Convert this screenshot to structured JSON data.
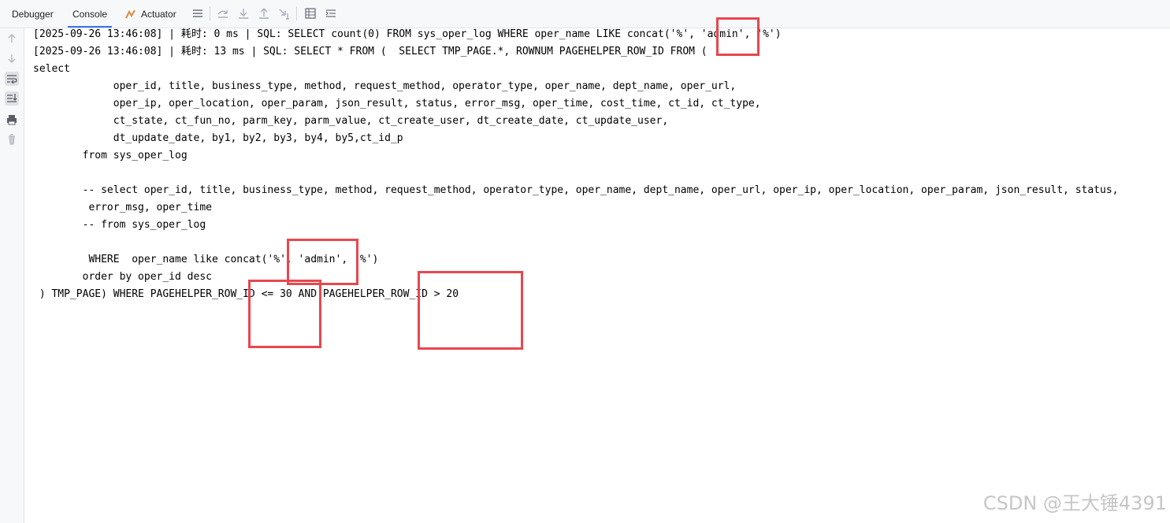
{
  "tabs": [
    {
      "label": "Debugger"
    },
    {
      "label": "Console"
    },
    {
      "label": "Actuator"
    }
  ],
  "console_lines": [
    "[2025-09-26 13:46:08] | 耗时: 0 ms | SQL: SELECT count(0) FROM sys_oper_log WHERE oper_name LIKE concat('%', 'admin', '%')",
    "[2025-09-26 13:46:08] | 耗时: 13 ms | SQL: SELECT * FROM (  SELECT TMP_PAGE.*, ROWNUM PAGEHELPER_ROW_ID FROM (",
    "select",
    "             oper_id, title, business_type, method, request_method, operator_type, oper_name, dept_name, oper_url,",
    "             oper_ip, oper_location, oper_param, json_result, status, error_msg, oper_time, cost_time, ct_id, ct_type,",
    "             ct_state, ct_fun_no, parm_key, parm_value, ct_create_user, dt_create_date, ct_update_user,",
    "             dt_update_date, by1, by2, by3, by4, by5,ct_id_p",
    "        from sys_oper_log",
    "",
    "        -- select oper_id, title, business_type, method, request_method, operator_type, oper_name, dept_name, oper_url, oper_ip, oper_location, oper_param, json_result, status,",
    "         error_msg, oper_time",
    "        -- from sys_oper_log",
    "",
    "         WHERE  oper_name like concat('%', 'admin', '%')",
    "        order by oper_id desc",
    " ) TMP_PAGE) WHERE PAGEHELPER_ROW_ID <= 30 AND PAGEHELPER_ROW_ID > 20"
  ],
  "colors": {
    "highlight_box": "#e8474f",
    "active_tab_underline": "#3574f0",
    "toolbar_bg": "#f7f8fa"
  },
  "watermark": "CSDN @王大锤4391"
}
